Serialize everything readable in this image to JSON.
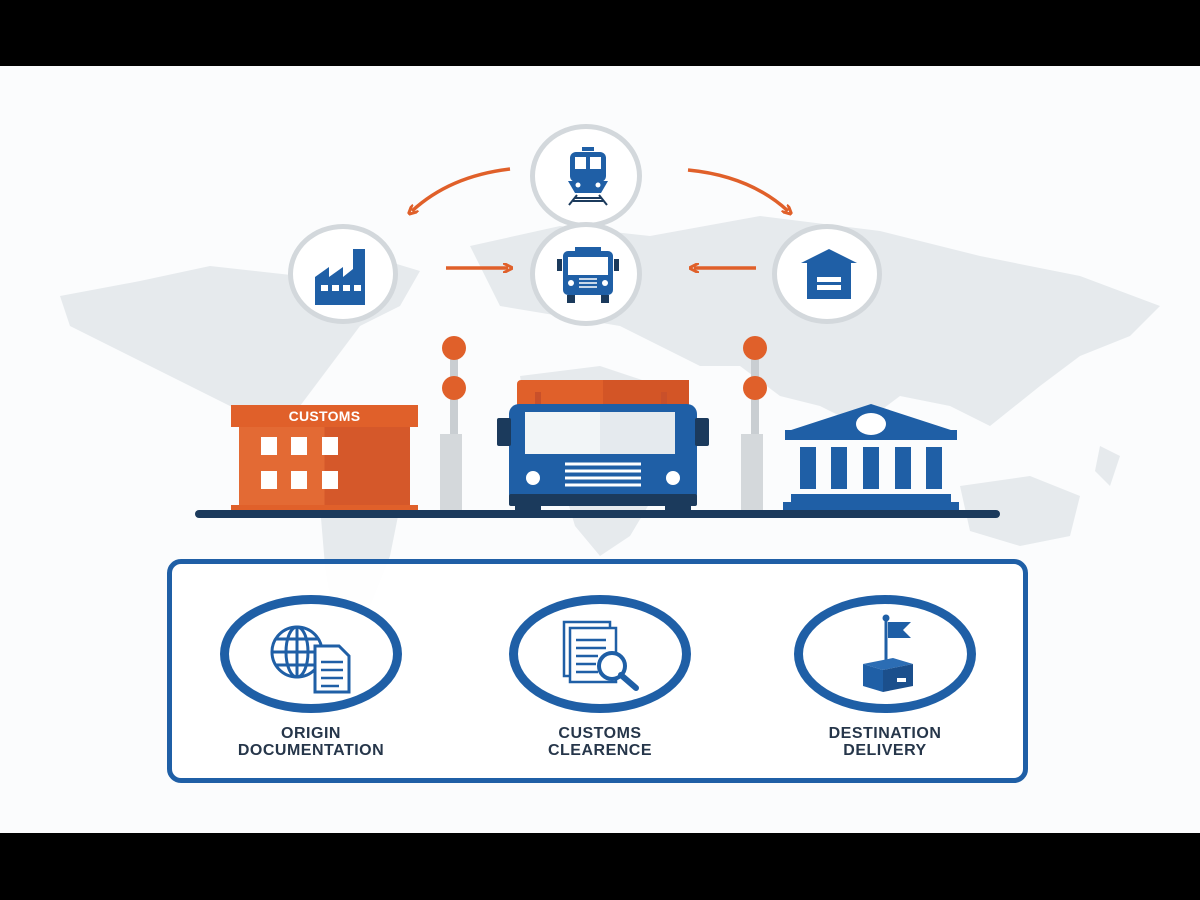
{
  "diagram": {
    "theme": {
      "blue": "#1f5fa6",
      "dark_blue": "#1b3a5c",
      "orange": "#e0602a",
      "gray_ring": "#d3d8dc",
      "map_gray": "#e6eaed",
      "background": "#fbfcfd"
    },
    "top_cycle": {
      "nodes": [
        {
          "id": "train",
          "icon": "train-icon"
        },
        {
          "id": "factory",
          "icon": "factory-icon"
        },
        {
          "id": "bus",
          "icon": "bus-icon"
        },
        {
          "id": "warehouse",
          "icon": "warehouse-icon"
        }
      ],
      "arrows": [
        {
          "from": "train",
          "to": "factory",
          "style": "curved"
        },
        {
          "from": "train",
          "to": "warehouse",
          "style": "curved"
        },
        {
          "from": "factory",
          "to": "bus",
          "style": "straight"
        },
        {
          "from": "warehouse",
          "to": "bus",
          "style": "straight"
        }
      ]
    },
    "scene": {
      "customs_sign": "CUSTOMS",
      "elements": [
        "customs-building",
        "signal-pole-left",
        "truck",
        "signal-pole-right",
        "government-building",
        "road"
      ]
    },
    "steps": [
      {
        "line1": "ORIGIN",
        "line2": "DOCUMENTATION",
        "icon": "globe-document-icon"
      },
      {
        "line1": "CUSTOMS",
        "line2": "CLEARENCE",
        "icon": "document-magnifier-icon"
      },
      {
        "line1": "DESTINATION",
        "line2": "DELIVERY",
        "icon": "box-flag-icon"
      }
    ]
  }
}
